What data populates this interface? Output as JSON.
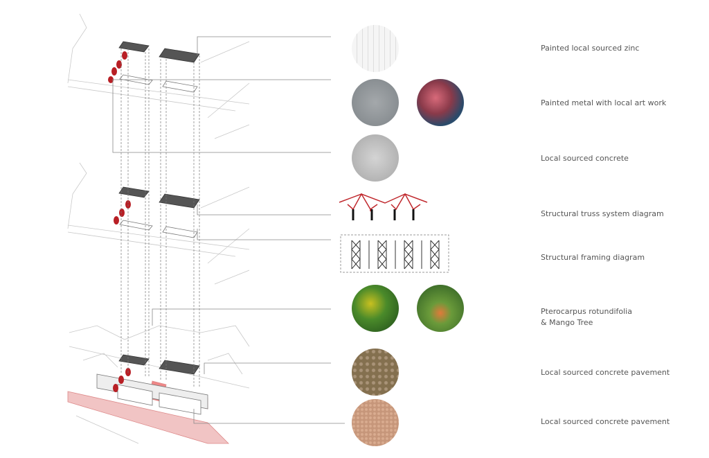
{
  "materials": [
    {
      "label": "Painted local sourced zinc"
    },
    {
      "label": "Painted metal with local art work"
    },
    {
      "label": "Local sourced concrete"
    },
    {
      "label": "Structural truss system diagram"
    },
    {
      "label": "Structural framing diagram"
    },
    {
      "label": "Pterocarpus rotundifolia",
      "label2": "& Mango Tree"
    },
    {
      "label": "Local sourced concrete pavement"
    },
    {
      "label": "Local sourced concrete pavement"
    }
  ],
  "colors": {
    "accent_red": "#c0282d",
    "line": "#888888",
    "text": "#555555"
  }
}
